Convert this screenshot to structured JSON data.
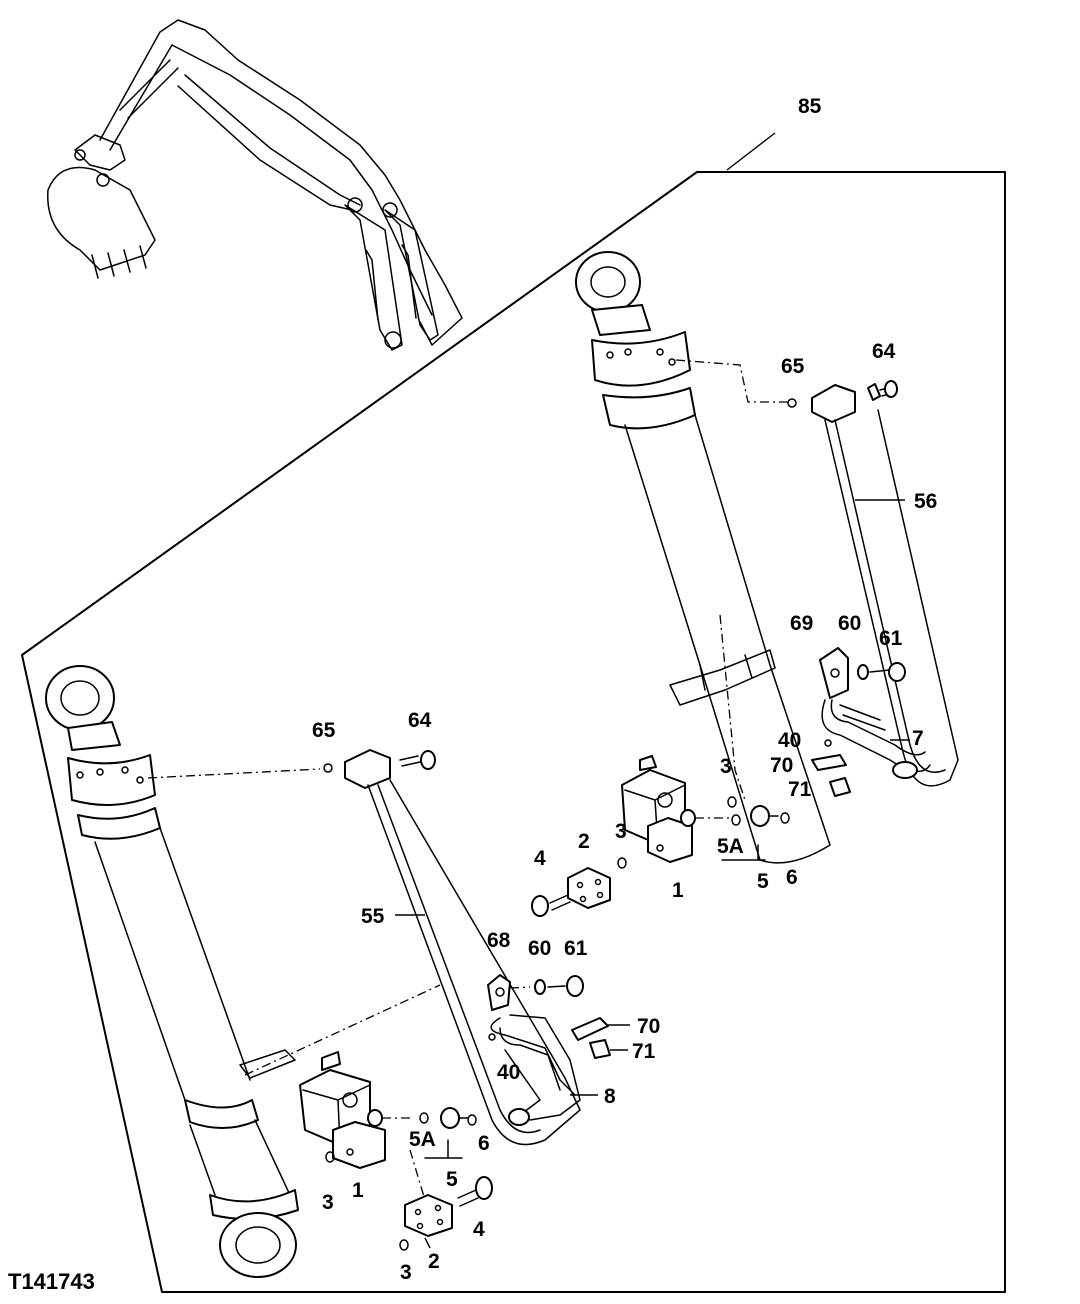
{
  "figure_code": "T141743",
  "callouts": {
    "c85": "85",
    "c64_top": "64",
    "c65_top": "65",
    "c56": "56",
    "c69": "69",
    "c60_top": "60",
    "c61_top": "61",
    "c7": "7",
    "c40_top": "40",
    "c70_top": "70",
    "c71_top": "71",
    "c3_top_a": "3",
    "c3_top_b": "3",
    "c5A_top": "5A",
    "c5_top": "5",
    "c6_top": "6",
    "c1_top": "1",
    "c2_top": "2",
    "c4_top": "4",
    "c65_bot": "65",
    "c64_bot": "64",
    "c55": "55",
    "c68": "68",
    "c60_bot": "60",
    "c61_bot": "61",
    "c70_bot": "70",
    "c71_bot": "71",
    "c40_bot": "40",
    "c8": "8",
    "c5A_bot": "5A",
    "c5_bot": "5",
    "c6_bot": "6",
    "c3_bot_a": "3",
    "c1_bot": "1",
    "c3_bot_b": "3",
    "c2_bot": "2",
    "c4_bot": "4"
  }
}
